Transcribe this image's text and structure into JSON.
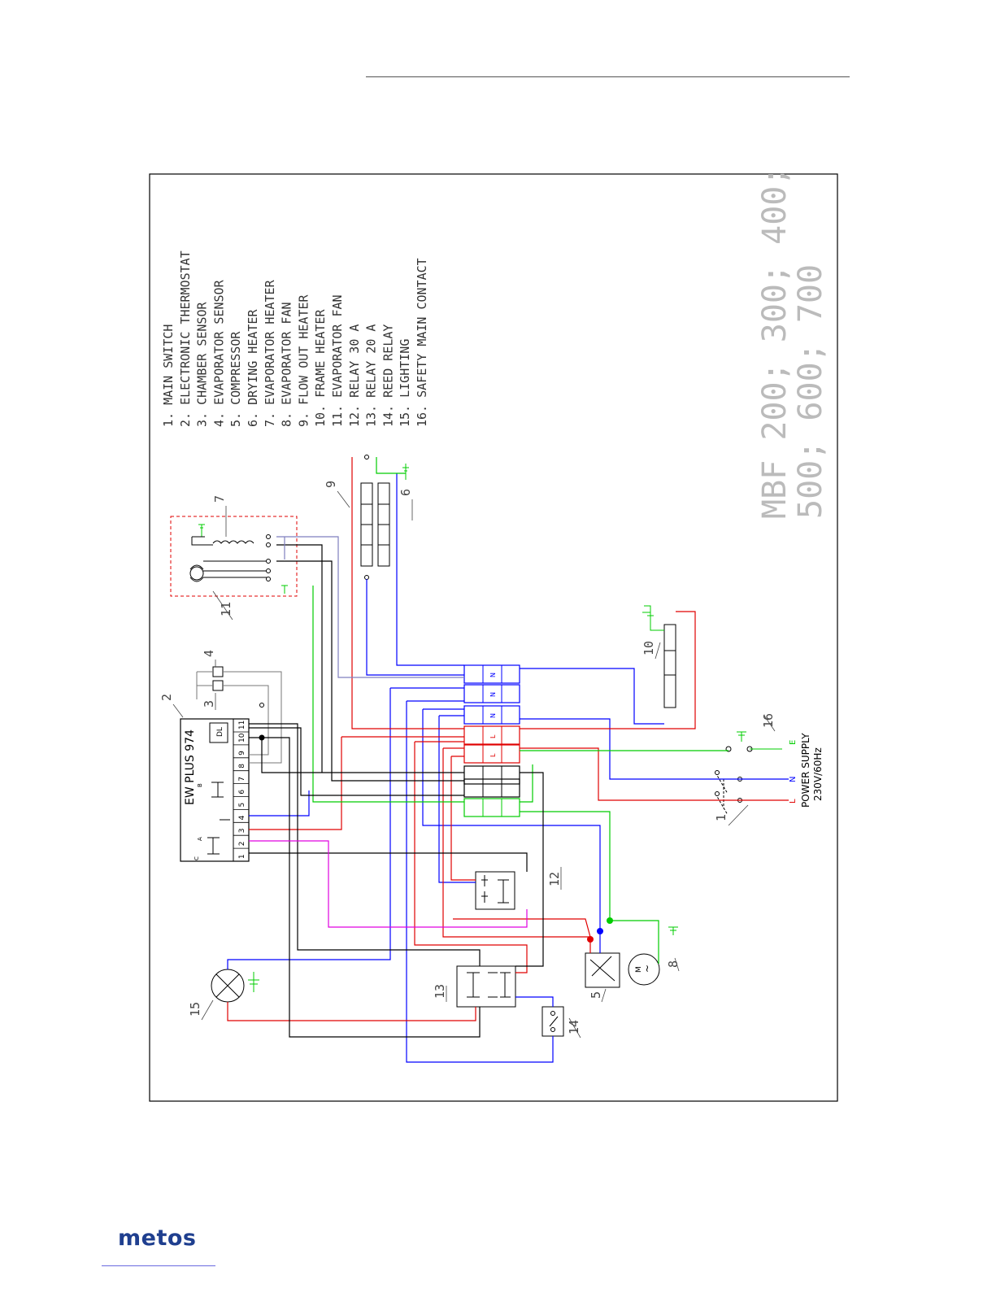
{
  "brand": {
    "logo_text": "metos"
  },
  "legend": [
    "1. MAIN SWITCH",
    "2. ELECTRONIC THERMOSTAT",
    "3. CHAMBER SENSOR",
    "4. EVAPORATOR SENSOR",
    "5. COMPRESSOR",
    "6. DRYING HEATER",
    "7. EVAPORATOR HEATER",
    "8. EVAPORATOR FAN",
    "9. FLOW OUT HEATER",
    "10. FRAME HEATER",
    "11. EVAPORATOR FAN",
    "12. RELAY 30 A",
    "13. RELAY 20 A",
    "14. REED RELAY",
    "15. LIGHTING",
    "16. SAFETY MAIN CONTACT"
  ],
  "models": {
    "line1": "MBF 200; 300; 400;",
    "line2": "500; 600; 700"
  },
  "controller": {
    "name": "EW PLUS 974",
    "terminals": [
      "1",
      "2",
      "3",
      "4",
      "5",
      "6",
      "7",
      "8",
      "9",
      "10",
      "11"
    ],
    "label_dl": "DL",
    "label_a": "A",
    "label_b": "B",
    "label_c": "C"
  },
  "power_supply": {
    "title": "POWER SUPPLY",
    "spec": "230V/60Hz",
    "n": "N",
    "l": "L",
    "earth": "E"
  },
  "terminal_labels": {
    "n": "N",
    "l": "L"
  },
  "callouts": [
    "1",
    "2",
    "3",
    "4",
    "5",
    "6",
    "7",
    "8",
    "9",
    "10",
    "11",
    "12",
    "13",
    "14",
    "15",
    "16"
  ],
  "component_glyphs": {
    "motor_m": "M",
    "motor_ac": "~"
  },
  "wire_colors": {
    "black": "#000000",
    "blue": "#0000ff",
    "red": "#e00000",
    "green": "#00cc00",
    "magenta": "#e000e0",
    "grey": "#7f7fbf"
  }
}
